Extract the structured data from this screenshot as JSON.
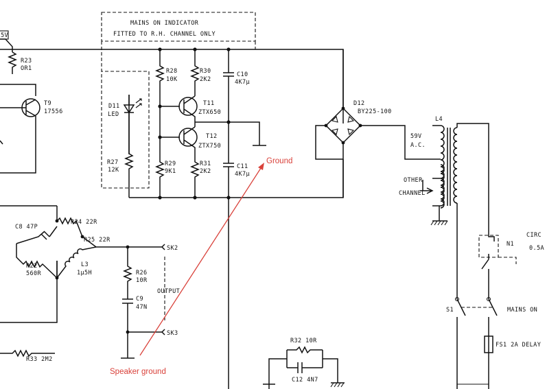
{
  "labels": {
    "top_left_voltage": "5V",
    "r23_ref": "R23",
    "r23_val": "OR1",
    "t9_ref": "T9",
    "t9_val": "17556",
    "box_title_1": "MAINS ON INDICATOR",
    "box_title_2": "FITTED TO R.H. CHANNEL ONLY",
    "d11_ref": "D11",
    "d11_val": "LED",
    "r27_ref": "R27",
    "r27_val": "12K",
    "r28_ref": "R28",
    "r28_val": "10K",
    "r29_ref": "R29",
    "r29_val": "9K1",
    "r30_ref": "R30",
    "r30_val": "2K2",
    "r31_ref": "R31",
    "r31_val": "2K2",
    "t11_ref": "T11",
    "t11_val": "ZTX650",
    "t12_ref": "T12",
    "t12_val": "ZTX750",
    "c10_ref": "C10",
    "c10_val": "4K7μ",
    "c11_ref": "C11",
    "c11_val": "4K7μ",
    "d12_ref": "D12",
    "d12_val": "BY225-100",
    "ac_voltage": "59V",
    "ac_label": "A.C.",
    "l4_ref": "L4",
    "other_1": "OTHER",
    "other_2": "CHANNEL",
    "c8": "C8 47P",
    "r24": "R24 22R",
    "r25": "R25 22R",
    "r22_ref": "R22",
    "r22_val": "560R",
    "l3_ref": "L3",
    "l3_val": "1μ5H",
    "r26_ref": "R26",
    "r26_val": "10R",
    "c9_ref": "C9",
    "c9_val": "47N",
    "output": "OUTPUT",
    "sk2": "SK2",
    "sk3": "SK3",
    "r33": "R33 2M2",
    "r32": "R32 10R",
    "c12": "C12 4N7",
    "circ": "CIRC",
    "circ_val": "0.5A",
    "n1": "N1",
    "s1": "S1",
    "mains_on": "MAINS ON",
    "fs1": "FS1 2A DELAY"
  },
  "annotations": {
    "ground": "Ground",
    "speaker_ground": "Speaker ground"
  },
  "colors": {
    "annotation": "#d9413a",
    "ink": "#111111",
    "background": "#ffffff"
  }
}
